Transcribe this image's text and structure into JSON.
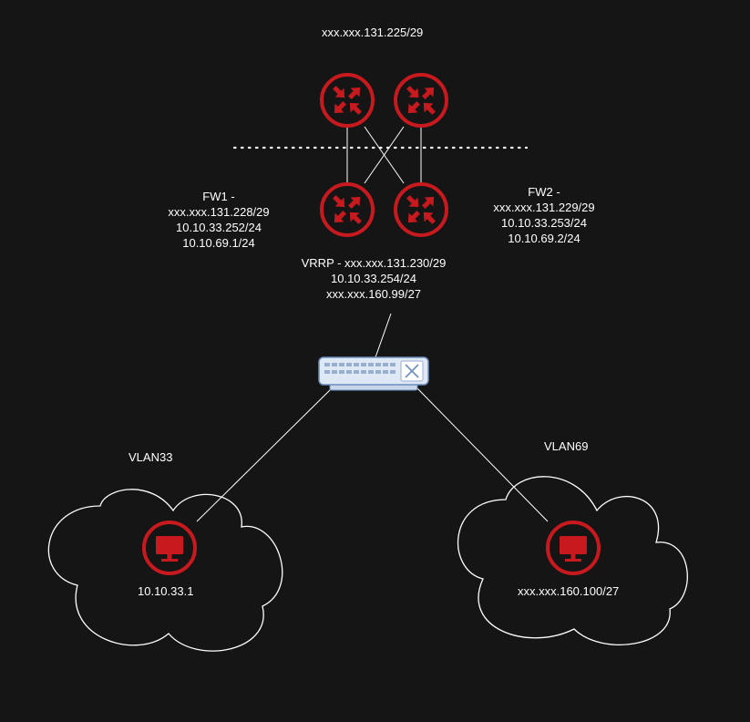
{
  "colors": {
    "background": "#151515",
    "line": "#ffffff",
    "router": "#c8191f",
    "pc": "#c8191f",
    "switch_fill": "#dfe8f5",
    "switch_stroke": "#6c8ebf"
  },
  "labels": {
    "top_subnet": "xxx.xxx.131.225/29",
    "fw1": [
      "FW1 -",
      "xxx.xxx.131.228/29",
      "10.10.33.252/24",
      "10.10.69.1/24"
    ],
    "fw2": [
      "FW2 -",
      "xxx.xxx.131.229/29",
      "10.10.33.253/24",
      "10.10.69.2/24"
    ],
    "vrrp": [
      "VRRP - xxx.xxx.131.230/29",
      "10.10.33.254/24",
      "xxx.xxx.160.99/27"
    ],
    "vlan33": "VLAN33",
    "vlan69": "VLAN69",
    "host1": "10.10.33.1",
    "host2": "xxx.xxx.160.100/27"
  },
  "icons": {
    "router": "router-icon",
    "switch": "switch-icon",
    "pc": "monitor-icon",
    "cloud": "cloud-shape"
  }
}
